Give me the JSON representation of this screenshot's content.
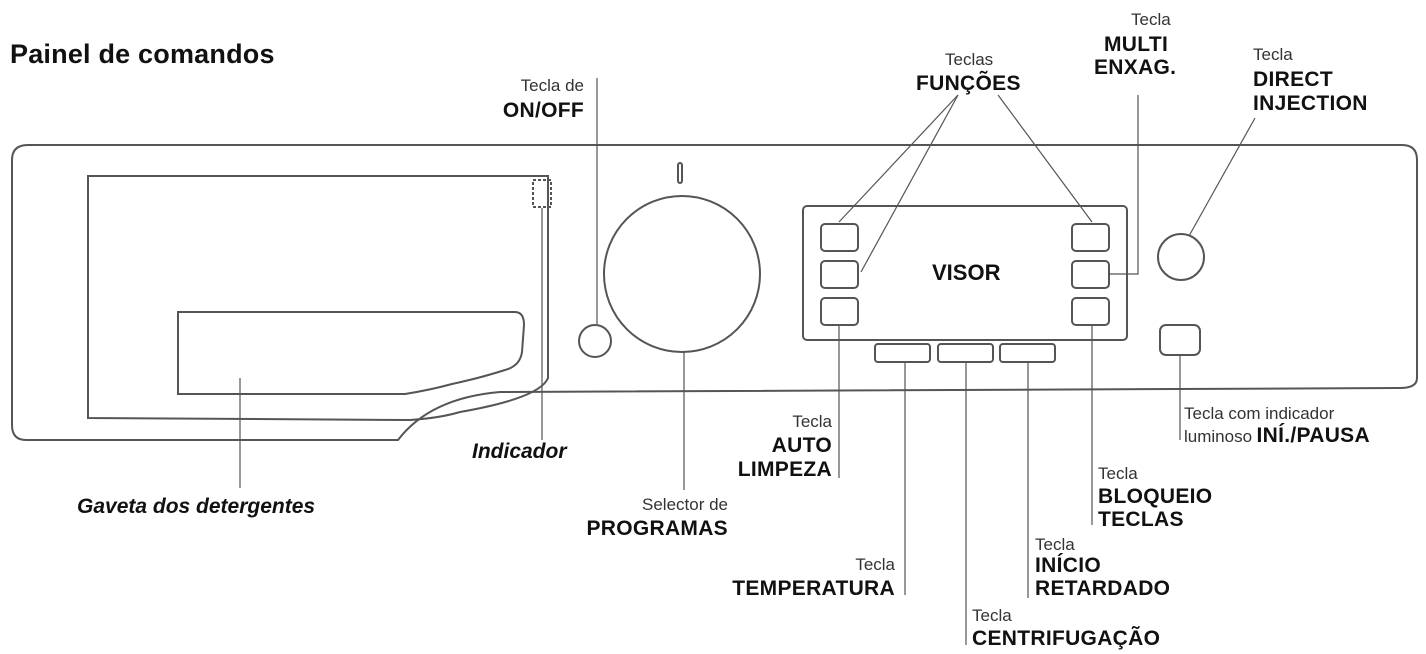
{
  "title": "Painel de comandos",
  "display": {
    "label": "VISOR"
  },
  "labels": {
    "on_off": {
      "prefix": "Tecla de",
      "name": "ON/OFF"
    },
    "funcoes": {
      "prefix": "Teclas",
      "name": "FUNÇÕES"
    },
    "multi_enxag": {
      "prefix": "Tecla",
      "line1": "MULTI",
      "line2": "ENXAG."
    },
    "direct_injection": {
      "prefix": "Tecla",
      "line1": "DIRECT",
      "line2": "INJECTION"
    },
    "ini_pausa": {
      "line1": "Tecla com indicador",
      "line2_prefix": "luminoso",
      "name": "INÍ./PAUSA"
    },
    "auto_limpeza": {
      "prefix": "Tecla",
      "line1": "AUTO",
      "line2": "LIMPEZA"
    },
    "indicador": {
      "name": "Indicador"
    },
    "gaveta": {
      "name": "Gaveta dos detergentes"
    },
    "programas": {
      "prefix": "Selector de",
      "name": "PROGRAMAS"
    },
    "temperatura": {
      "prefix": "Tecla",
      "name": "TEMPERATURA"
    },
    "centrifugacao": {
      "prefix": "Tecla",
      "name": "CENTRIFUGAÇÃO"
    },
    "inicio_retardado": {
      "prefix": "Tecla",
      "line1": "INÍCIO",
      "line2": "RETARDADO"
    },
    "bloqueio_teclas": {
      "prefix": "Tecla",
      "line1": "BLOQUEIO",
      "line2": "TECLAS"
    }
  }
}
